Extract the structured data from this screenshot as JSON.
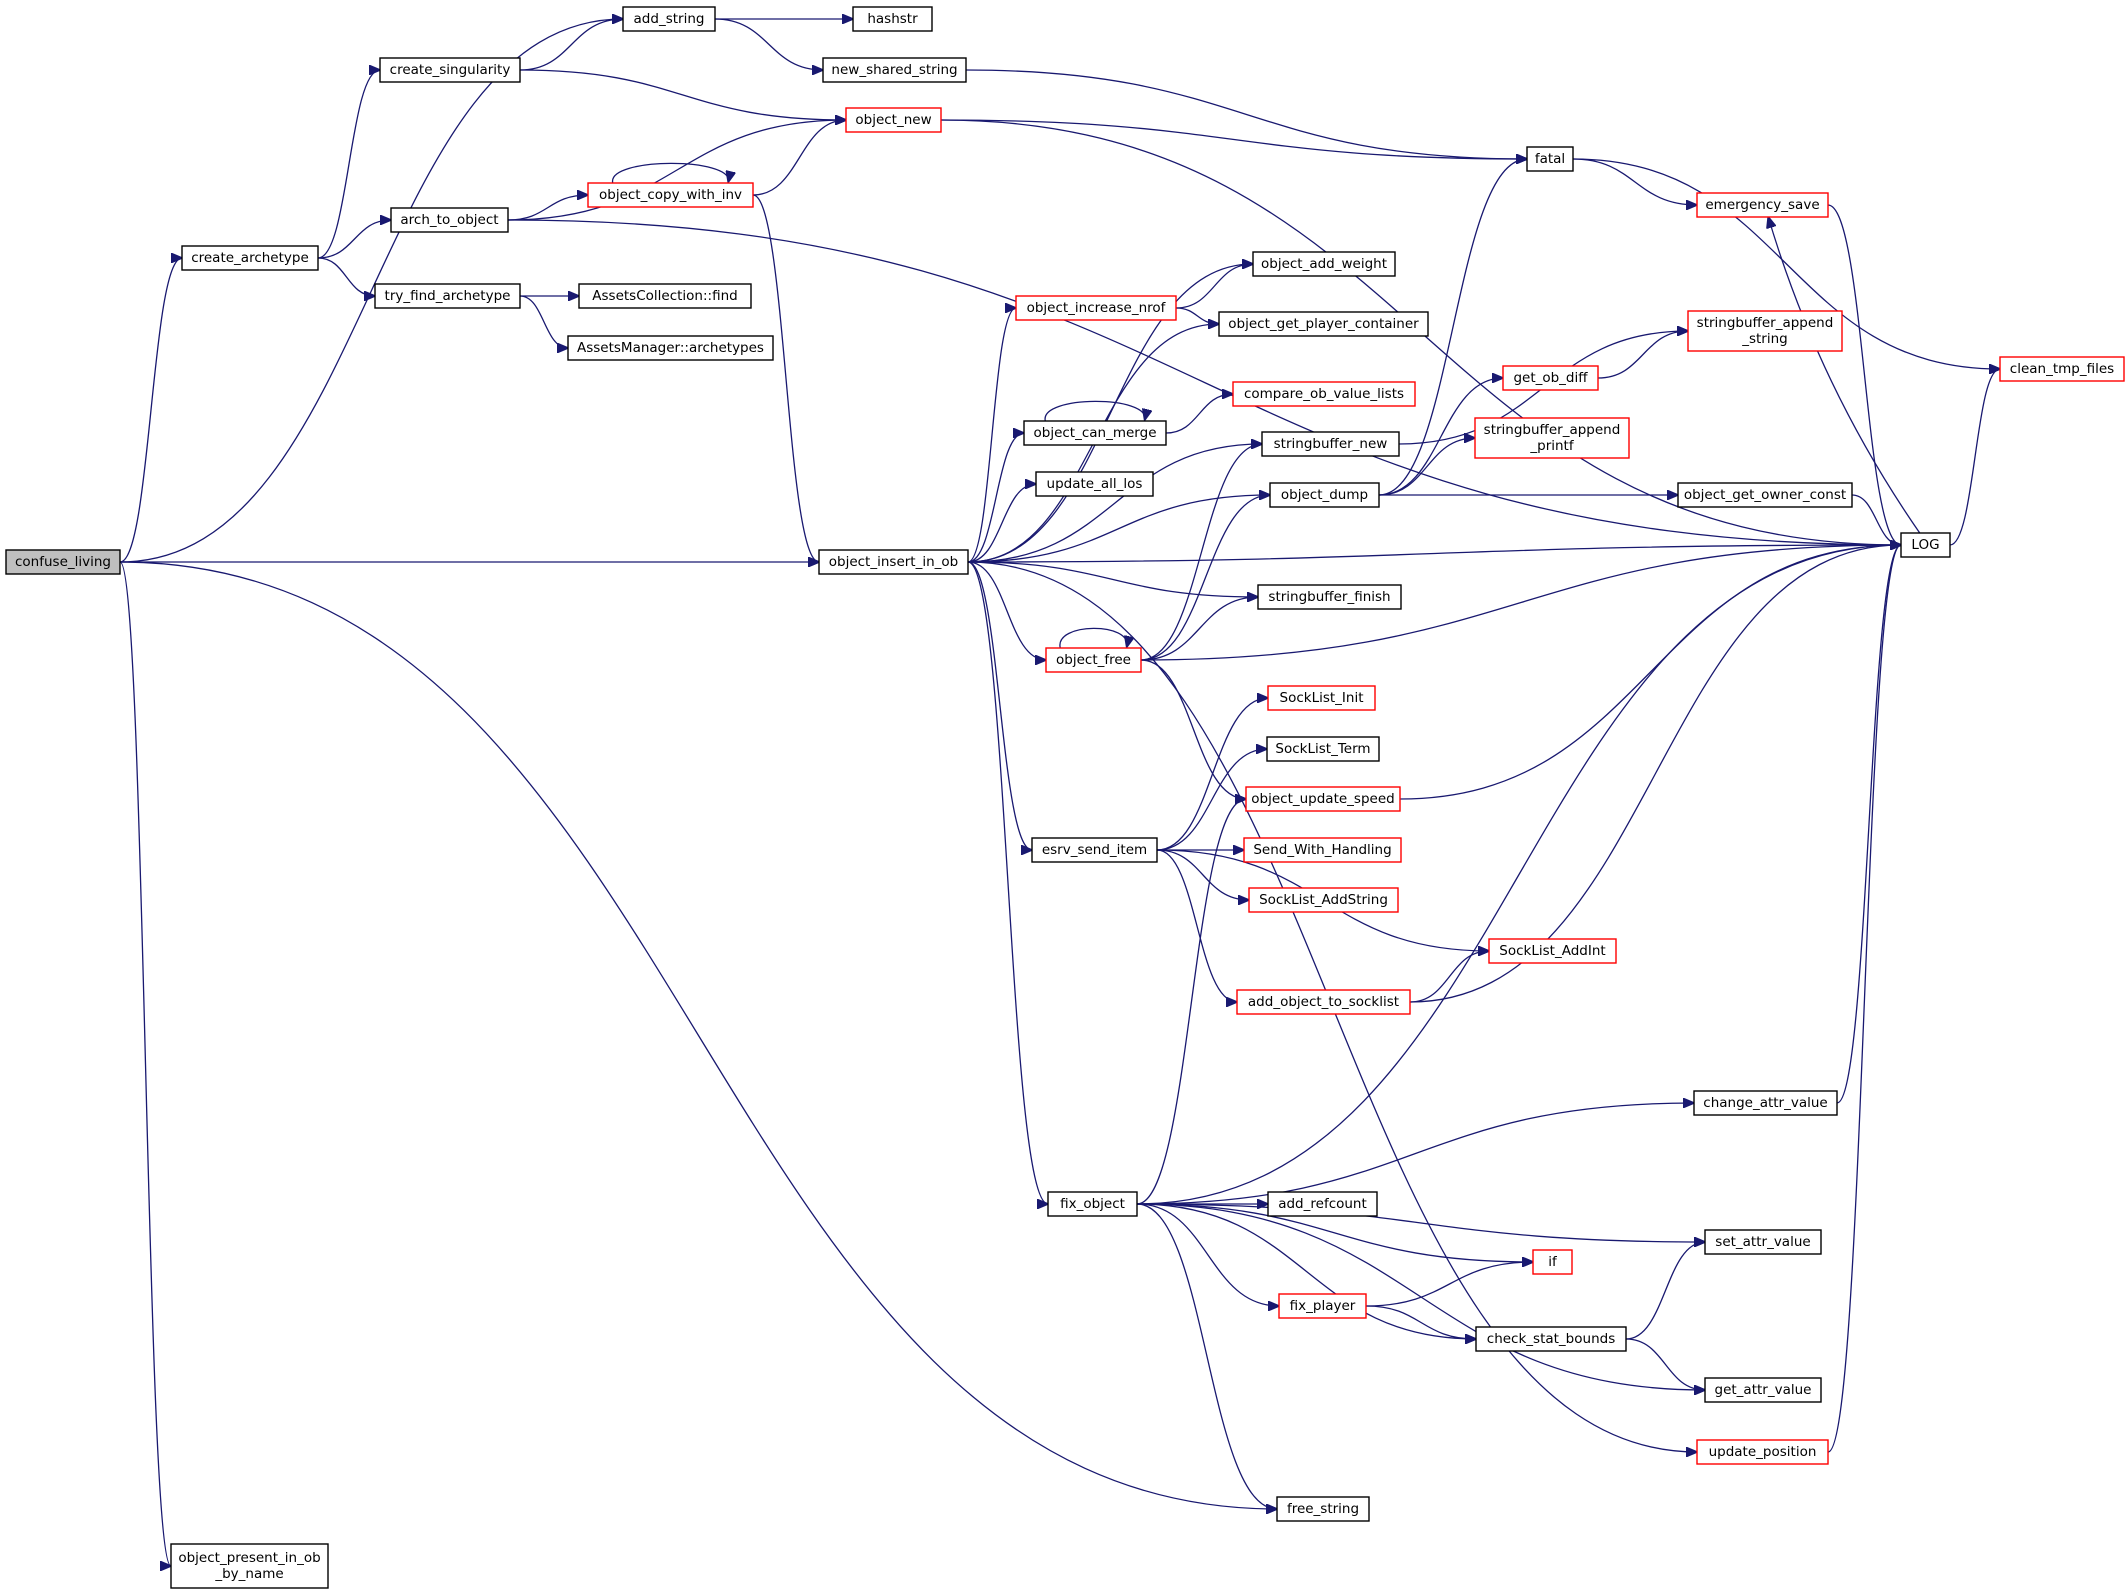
{
  "colors": {
    "edge": "#191970",
    "node_border": "#000000",
    "node_border_truncated": "#ff0000",
    "root_fill": "#bfbfbf",
    "background": "#ffffff"
  },
  "nodes": [
    {
      "id": "confuse_living",
      "lines": [
        "confuse_living"
      ],
      "style": "root"
    },
    {
      "id": "add_string",
      "lines": [
        "add_string"
      ],
      "style": "normal"
    },
    {
      "id": "hashstr",
      "lines": [
        "hashstr"
      ],
      "style": "normal"
    },
    {
      "id": "create_singularity",
      "lines": [
        "create_singularity"
      ],
      "style": "normal"
    },
    {
      "id": "new_shared_string",
      "lines": [
        "new_shared_string"
      ],
      "style": "normal"
    },
    {
      "id": "object_new",
      "lines": [
        "object_new"
      ],
      "style": "red"
    },
    {
      "id": "fatal",
      "lines": [
        "fatal"
      ],
      "style": "normal"
    },
    {
      "id": "arch_to_object",
      "lines": [
        "arch_to_object"
      ],
      "style": "normal"
    },
    {
      "id": "object_copy_with_inv",
      "lines": [
        "object_copy_with_inv"
      ],
      "style": "red"
    },
    {
      "id": "emergency_save",
      "lines": [
        "emergency_save"
      ],
      "style": "red"
    },
    {
      "id": "create_archetype",
      "lines": [
        "create_archetype"
      ],
      "style": "normal"
    },
    {
      "id": "try_find_archetype",
      "lines": [
        "try_find_archetype"
      ],
      "style": "normal"
    },
    {
      "id": "AssetsCollection_find",
      "lines": [
        "AssetsCollection::find"
      ],
      "style": "normal"
    },
    {
      "id": "AssetsManager_archetypes",
      "lines": [
        "AssetsManager::archetypes"
      ],
      "style": "normal"
    },
    {
      "id": "object_add_weight",
      "lines": [
        "object_add_weight"
      ],
      "style": "normal"
    },
    {
      "id": "object_increase_nrof",
      "lines": [
        "object_increase_nrof"
      ],
      "style": "red"
    },
    {
      "id": "object_get_player_container",
      "lines": [
        "object_get_player_container"
      ],
      "style": "normal"
    },
    {
      "id": "stringbuffer_append_string",
      "lines": [
        "stringbuffer_append",
        "_string"
      ],
      "style": "red"
    },
    {
      "id": "clean_tmp_files",
      "lines": [
        "clean_tmp_files"
      ],
      "style": "red"
    },
    {
      "id": "get_ob_diff",
      "lines": [
        "get_ob_diff"
      ],
      "style": "red"
    },
    {
      "id": "compare_ob_value_lists",
      "lines": [
        "compare_ob_value_lists"
      ],
      "style": "red"
    },
    {
      "id": "object_can_merge",
      "lines": [
        "object_can_merge"
      ],
      "style": "normal"
    },
    {
      "id": "stringbuffer_new",
      "lines": [
        "stringbuffer_new"
      ],
      "style": "normal"
    },
    {
      "id": "stringbuffer_append_printf",
      "lines": [
        "stringbuffer_append",
        "_printf"
      ],
      "style": "red"
    },
    {
      "id": "update_all_los",
      "lines": [
        "update_all_los"
      ],
      "style": "normal"
    },
    {
      "id": "object_dump",
      "lines": [
        "object_dump"
      ],
      "style": "normal"
    },
    {
      "id": "object_get_owner_const",
      "lines": [
        "object_get_owner_const"
      ],
      "style": "normal"
    },
    {
      "id": "object_insert_in_ob",
      "lines": [
        "object_insert_in_ob"
      ],
      "style": "normal"
    },
    {
      "id": "LOG",
      "lines": [
        "LOG"
      ],
      "style": "normal"
    },
    {
      "id": "stringbuffer_finish",
      "lines": [
        "stringbuffer_finish"
      ],
      "style": "normal"
    },
    {
      "id": "object_free",
      "lines": [
        "object_free"
      ],
      "style": "red"
    },
    {
      "id": "SockList_Init",
      "lines": [
        "SockList_Init"
      ],
      "style": "red"
    },
    {
      "id": "SockList_Term",
      "lines": [
        "SockList_Term"
      ],
      "style": "normal"
    },
    {
      "id": "object_update_speed",
      "lines": [
        "object_update_speed"
      ],
      "style": "red"
    },
    {
      "id": "esrv_send_item",
      "lines": [
        "esrv_send_item"
      ],
      "style": "normal"
    },
    {
      "id": "Send_With_Handling",
      "lines": [
        "Send_With_Handling"
      ],
      "style": "red"
    },
    {
      "id": "SockList_AddString",
      "lines": [
        "SockList_AddString"
      ],
      "style": "red"
    },
    {
      "id": "SockList_AddInt",
      "lines": [
        "SockList_AddInt"
      ],
      "style": "red"
    },
    {
      "id": "add_object_to_socklist",
      "lines": [
        "add_object_to_socklist"
      ],
      "style": "red"
    },
    {
      "id": "change_attr_value",
      "lines": [
        "change_attr_value"
      ],
      "style": "normal"
    },
    {
      "id": "fix_object",
      "lines": [
        "fix_object"
      ],
      "style": "normal"
    },
    {
      "id": "add_refcount",
      "lines": [
        "add_refcount"
      ],
      "style": "normal"
    },
    {
      "id": "set_attr_value",
      "lines": [
        "set_attr_value"
      ],
      "style": "normal"
    },
    {
      "id": "if",
      "lines": [
        "if"
      ],
      "style": "red"
    },
    {
      "id": "fix_player",
      "lines": [
        "fix_player"
      ],
      "style": "red"
    },
    {
      "id": "check_stat_bounds",
      "lines": [
        "check_stat_bounds"
      ],
      "style": "normal"
    },
    {
      "id": "get_attr_value",
      "lines": [
        "get_attr_value"
      ],
      "style": "normal"
    },
    {
      "id": "update_position",
      "lines": [
        "update_position"
      ],
      "style": "red"
    },
    {
      "id": "free_string",
      "lines": [
        "free_string"
      ],
      "style": "normal"
    },
    {
      "id": "object_present_in_ob_by_name",
      "lines": [
        "object_present_in_ob",
        "_by_name"
      ],
      "style": "normal"
    }
  ],
  "edges": [
    [
      "confuse_living",
      "add_string"
    ],
    [
      "confuse_living",
      "create_archetype"
    ],
    [
      "confuse_living",
      "object_insert_in_ob"
    ],
    [
      "confuse_living",
      "free_string"
    ],
    [
      "confuse_living",
      "object_present_in_ob_by_name"
    ],
    [
      "add_string",
      "hashstr"
    ],
    [
      "add_string",
      "new_shared_string"
    ],
    [
      "new_shared_string",
      "fatal"
    ],
    [
      "create_singularity",
      "add_string"
    ],
    [
      "create_singularity",
      "object_new"
    ],
    [
      "object_new",
      "fatal"
    ],
    [
      "object_new",
      "LOG"
    ],
    [
      "fatal",
      "emergency_save"
    ],
    [
      "fatal",
      "clean_tmp_files"
    ],
    [
      "emergency_save",
      "LOG"
    ],
    [
      "LOG",
      "emergency_save"
    ],
    [
      "LOG",
      "clean_tmp_files"
    ],
    [
      "create_archetype",
      "create_singularity"
    ],
    [
      "create_archetype",
      "arch_to_object"
    ],
    [
      "create_archetype",
      "try_find_archetype"
    ],
    [
      "arch_to_object",
      "object_new"
    ],
    [
      "arch_to_object",
      "object_copy_with_inv"
    ],
    [
      "arch_to_object",
      "LOG"
    ],
    [
      "object_copy_with_inv",
      "object_copy_with_inv"
    ],
    [
      "object_copy_with_inv",
      "object_new"
    ],
    [
      "object_copy_with_inv",
      "object_insert_in_ob"
    ],
    [
      "try_find_archetype",
      "AssetsCollection_find"
    ],
    [
      "try_find_archetype",
      "AssetsManager_archetypes"
    ],
    [
      "object_insert_in_ob",
      "object_add_weight"
    ],
    [
      "object_insert_in_ob",
      "object_increase_nrof"
    ],
    [
      "object_insert_in_ob",
      "object_get_player_container"
    ],
    [
      "object_insert_in_ob",
      "object_can_merge"
    ],
    [
      "object_insert_in_ob",
      "update_all_los"
    ],
    [
      "object_insert_in_ob",
      "stringbuffer_new"
    ],
    [
      "object_insert_in_ob",
      "object_dump"
    ],
    [
      "object_insert_in_ob",
      "LOG"
    ],
    [
      "object_insert_in_ob",
      "object_free"
    ],
    [
      "object_insert_in_ob",
      "stringbuffer_finish"
    ],
    [
      "object_insert_in_ob",
      "esrv_send_item"
    ],
    [
      "object_insert_in_ob",
      "fix_object"
    ],
    [
      "object_insert_in_ob",
      "update_position"
    ],
    [
      "object_increase_nrof",
      "object_add_weight"
    ],
    [
      "object_increase_nrof",
      "object_get_player_container"
    ],
    [
      "object_can_merge",
      "object_can_merge"
    ],
    [
      "object_can_merge",
      "compare_ob_value_lists"
    ],
    [
      "stringbuffer_new",
      "stringbuffer_append_string"
    ],
    [
      "object_dump",
      "fatal"
    ],
    [
      "object_dump",
      "get_ob_diff"
    ],
    [
      "object_dump",
      "stringbuffer_append_printf"
    ],
    [
      "object_dump",
      "object_get_owner_const"
    ],
    [
      "get_ob_diff",
      "stringbuffer_append_string"
    ],
    [
      "object_get_owner_const",
      "LOG"
    ],
    [
      "object_free",
      "object_free"
    ],
    [
      "object_free",
      "stringbuffer_new"
    ],
    [
      "object_free",
      "object_dump"
    ],
    [
      "object_free",
      "LOG"
    ],
    [
      "object_free",
      "stringbuffer_finish"
    ],
    [
      "object_free",
      "object_update_speed"
    ],
    [
      "object_update_speed",
      "LOG"
    ],
    [
      "esrv_send_item",
      "SockList_Init"
    ],
    [
      "esrv_send_item",
      "SockList_Term"
    ],
    [
      "esrv_send_item",
      "Send_With_Handling"
    ],
    [
      "esrv_send_item",
      "SockList_AddString"
    ],
    [
      "esrv_send_item",
      "SockList_AddInt"
    ],
    [
      "esrv_send_item",
      "add_object_to_socklist"
    ],
    [
      "add_object_to_socklist",
      "SockList_AddInt"
    ],
    [
      "add_object_to_socklist",
      "LOG"
    ],
    [
      "fix_object",
      "object_update_speed"
    ],
    [
      "fix_object",
      "LOG"
    ],
    [
      "fix_object",
      "change_attr_value"
    ],
    [
      "fix_object",
      "add_refcount"
    ],
    [
      "fix_object",
      "set_attr_value"
    ],
    [
      "fix_object",
      "if"
    ],
    [
      "fix_object",
      "fix_player"
    ],
    [
      "fix_object",
      "check_stat_bounds"
    ],
    [
      "fix_object",
      "get_attr_value"
    ],
    [
      "fix_object",
      "free_string"
    ],
    [
      "change_attr_value",
      "LOG"
    ],
    [
      "fix_player",
      "if"
    ],
    [
      "fix_player",
      "check_stat_bounds"
    ],
    [
      "check_stat_bounds",
      "set_attr_value"
    ],
    [
      "check_stat_bounds",
      "get_attr_value"
    ],
    [
      "update_position",
      "LOG"
    ]
  ]
}
